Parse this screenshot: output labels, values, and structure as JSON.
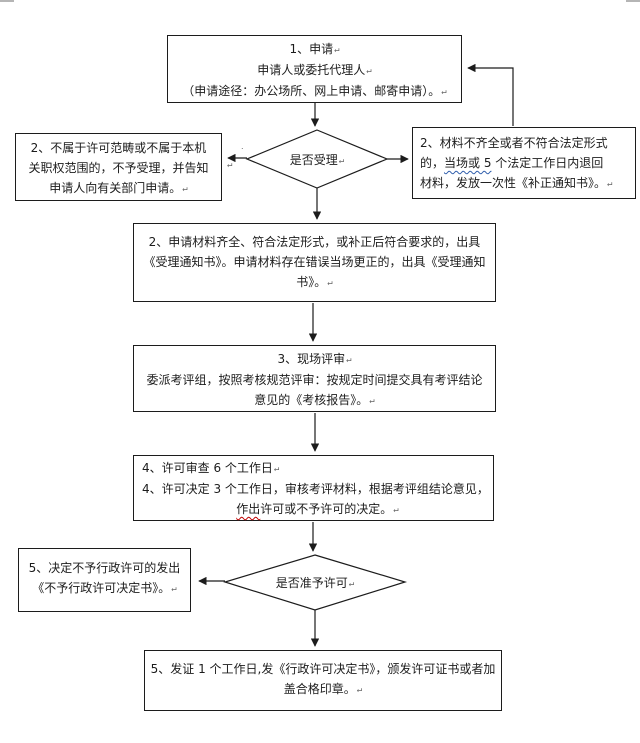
{
  "glyphs": {
    "return_mark": "↵",
    "dot_mark": "."
  },
  "colors": {
    "line": "#1c1c1c",
    "box_background": "#ffffff",
    "grammar_squiggle": "#2e5dab",
    "spelling_squiggle": "#c00000",
    "corner_mark": "#b5b5b5"
  },
  "flowchart": {
    "boxes": {
      "apply": {
        "lines": [
          "1、申请",
          "申请人或委托代理人",
          "（申请途径：办公场所、网上申请、邮寄申请）。"
        ]
      },
      "reject": {
        "lines": [
          "2、不属于许可范畴或不属于本机",
          "关职权范围的，不予受理，并告知",
          "申请人向有关部门申请。"
        ]
      },
      "supplement": {
        "line1": "2、材料不齐全或者不符合法定形式",
        "line2_prefix": "的，",
        "line2_grammar_error": "当场或 5",
        "line2_suffix": " 个法定工作日内退回",
        "line3": "材料，发放一次性《补正通知书》。"
      },
      "accept": {
        "lines": [
          "2、申请材料齐全、符合法定形式，或补正后符合要求的，出具",
          "《受理通知书》。申请材料存在错误当场更正的，出具《受理通知",
          "书》。"
        ]
      },
      "review": {
        "lines": [
          "3、现场评审",
          "委派考评组，按照考核规范评审：按规定时间提交具有考评结论",
          "意见的《考核报告》。"
        ]
      },
      "decide": {
        "line1": "4、许可审查 6 个工作日",
        "line2": "4、许可决定 3 个工作日，审核考评材料，根据考评组结论意见，",
        "line3_spell_error": "作出",
        "line3_suffix": "许可或不予许可的决定。"
      },
      "deny": {
        "lines": [
          "5、决定不予行政许可的发出",
          "《不予行政许可决定书》。"
        ]
      },
      "issue": {
        "lines": [
          "5、发证 1 个工作日,发《行政许可决定书》，颁发许可证书或者加",
          "盖合格印章。"
        ]
      }
    },
    "decisions": {
      "accept_q": "是否受理",
      "grant_q": "是否准予许可"
    }
  }
}
